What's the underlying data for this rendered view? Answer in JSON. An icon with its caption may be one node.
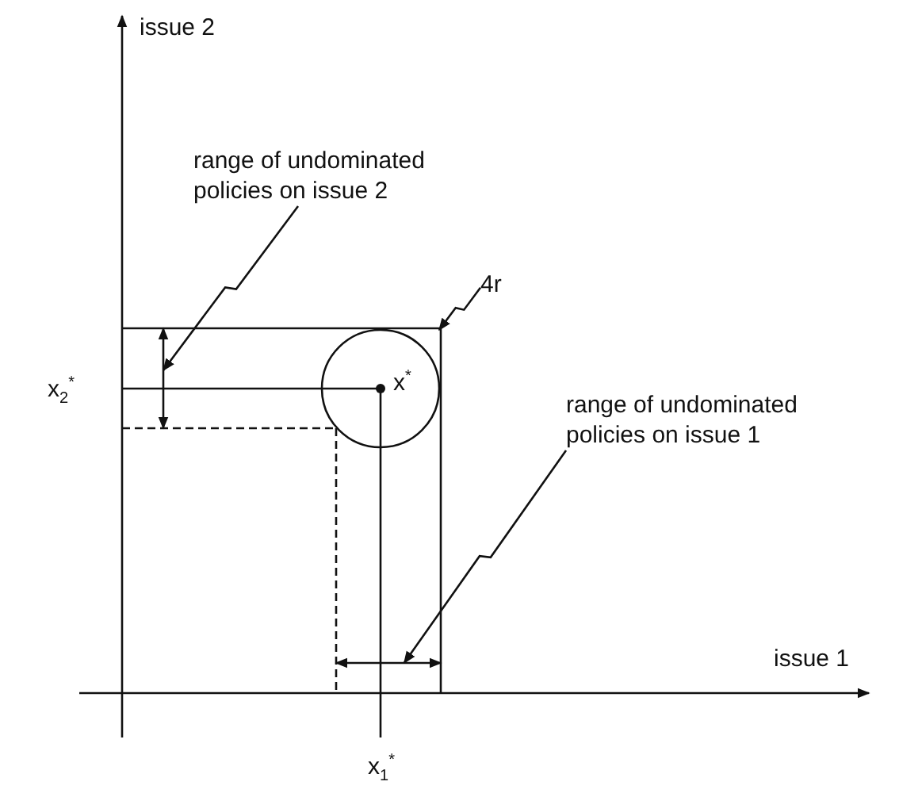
{
  "diagram": {
    "nodes": [
      {
        "text": [
          "range of undominated policies on issue 2"
        ]
      },
      {
        "text": [],
        "shape": "arrow"
      },
      {
        "text": [
          "4r"
        ]
      },
      {
        "text": [],
        "shape": "circle"
      },
      {
        "text": [
          "range of undominated policies on issue 1"
        ]
      },
      {
        "text": [],
        "shape": "arrow"
      }
    ],
    "edges": [
      {
        "from": 0,
        "to": 1,
        "arrow": "to"
      },
      {
        "from": 2,
        "to": 3,
        "arrow": "to"
      },
      {
        "from": 4,
        "to": 5,
        "arrow": "to"
      }
    ],
    "labels": [
      "issue 2",
      "x$_{2}$$^{*}$",
      "x$^{*}$",
      "issue 1",
      "x$_{1}$$^{*}$"
    ]
  }
}
